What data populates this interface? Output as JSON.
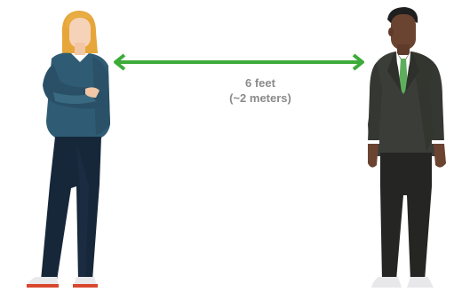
{
  "distance": {
    "line1": "6 feet",
    "line2": "(~2 meters)",
    "arrow_color": "#3dab3a"
  },
  "figures": {
    "left": {
      "description_icon": "woman-arms-crossed-figure"
    },
    "right": {
      "description_icon": "man-in-suit-figure"
    }
  }
}
